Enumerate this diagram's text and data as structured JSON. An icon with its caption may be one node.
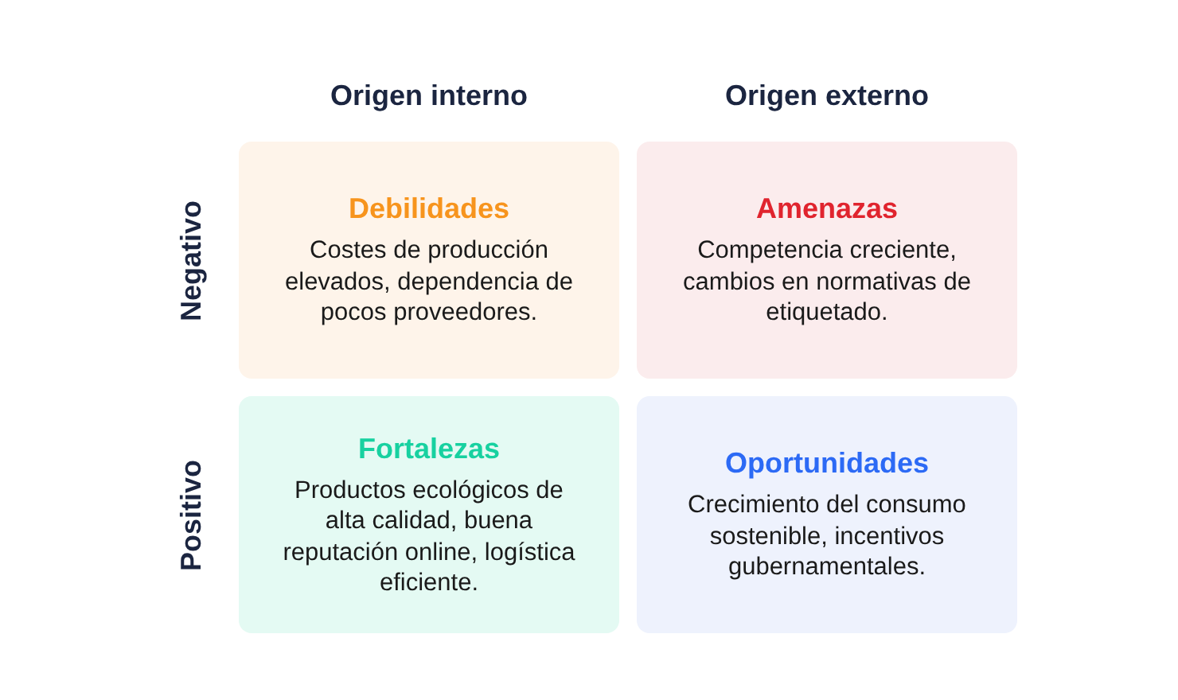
{
  "diagram": {
    "nodes": [
      {
        "text": [
          "Debilidades",
          "Costes de producción elevados, dependencia de pocos proveedores."
        ]
      },
      {
        "text": [
          "Amenazas",
          "Competencia creciente, cambios en normativas de etiquetado."
        ]
      },
      {
        "text": [
          "Fortalezas",
          "Productos ecológicos de alta calidad, buena reputación online, logística eficiente."
        ]
      },
      {
        "text": [
          "Oportunidades",
          "Crecimiento del consumo sostenible, incentivos gubernamentales."
        ]
      }
    ],
    "edges": [],
    "labels": [
      "Origen interno",
      "Origen externo",
      "Negativo",
      "Positivo"
    ]
  }
}
